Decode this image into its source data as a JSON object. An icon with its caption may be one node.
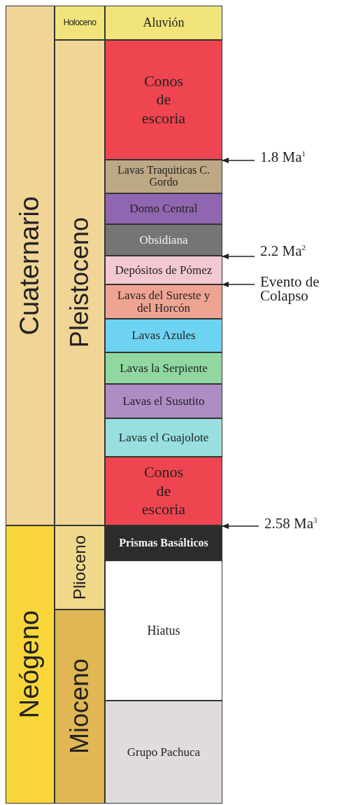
{
  "diagram": {
    "nodes": [
      {
        "text": [
          "Cuaternario"
        ]
      },
      {
        "text": [
          "Neógeno"
        ]
      },
      {
        "text": [
          "Holoceno"
        ]
      },
      {
        "text": [
          "Pleistoceno"
        ]
      },
      {
        "text": [
          "Plioceno"
        ]
      },
      {
        "text": [
          "Mioceno"
        ]
      },
      {
        "text": [
          "Aluvión"
        ]
      },
      {
        "text": [
          "Conos de escoria"
        ]
      },
      {
        "text": [
          "Lavas Traquiticas C. Gordo"
        ]
      },
      {
        "text": [
          "Domo Central"
        ]
      },
      {
        "text": [
          "Obsidiana"
        ]
      },
      {
        "text": [
          "Depósitos de Pómez"
        ]
      },
      {
        "text": [
          "Lavas del Sureste y del Horcón"
        ]
      },
      {
        "text": [
          "Lavas Azules"
        ]
      },
      {
        "text": [
          "Lavas la Serpiente"
        ]
      },
      {
        "text": [
          "Lavas el Susutito"
        ]
      },
      {
        "text": [
          "Lavas el Guajolote"
        ]
      },
      {
        "text": [
          "Conos de escoria"
        ]
      },
      {
        "text": [
          "Prismas Basálticos"
        ]
      },
      {
        "text": [
          "Hiatus"
        ]
      },
      {
        "text": [
          "Grupo Pachuca"
        ]
      },
      {
        "text": [
          "1.8 Ma$^{1}$"
        ]
      },
      {
        "text": [
          "2.2 Ma$^{2}$"
        ]
      },
      {
        "text": [
          "Evento de Colapso"
        ]
      },
      {
        "text": [
          "2.58 Ma$^{3}$"
        ]
      }
    ],
    "edges": [
      {
        "from": 21,
        "to": 8,
        "arrow": "to"
      },
      {
        "from": 22,
        "to": 11,
        "arrow": "to"
      },
      {
        "from": 23,
        "to": 11,
        "arrow": "to"
      },
      {
        "from": 24,
        "to": 18,
        "arrow": "to"
      }
    ]
  }
}
